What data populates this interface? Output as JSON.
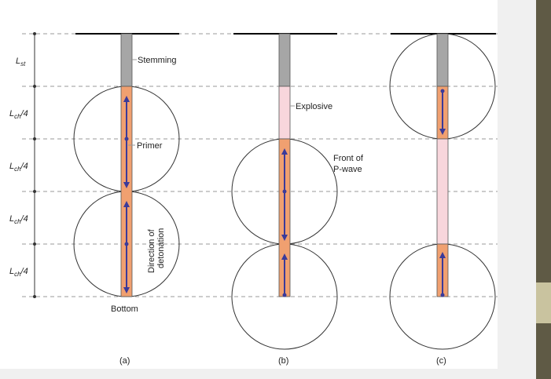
{
  "figure": {
    "labels": {
      "stemming": "Stemming",
      "primer": "Primer",
      "explosive": "Explosive",
      "front_line1": "Front of",
      "front_line2": "P-wave",
      "direction_line1": "Direction of",
      "direction_line2": "detonation",
      "bottom": "Bottom"
    },
    "row_labels": {
      "st_main": "L",
      "st_sub": "st",
      "ch_main": "L",
      "ch_sub": "ch",
      "ch_suffix": "/4"
    },
    "panel_captions": [
      "(a)",
      "(b)",
      "(c)"
    ]
  },
  "colors": {
    "stemming": "#a6a6a6",
    "explosive_detonated": "#f0a070",
    "explosive_undetonated": "#f8d6dc",
    "arrow": "#3a3a9a",
    "slide_strip": "#5f5a45",
    "slide_accent": "#c9c39f"
  }
}
